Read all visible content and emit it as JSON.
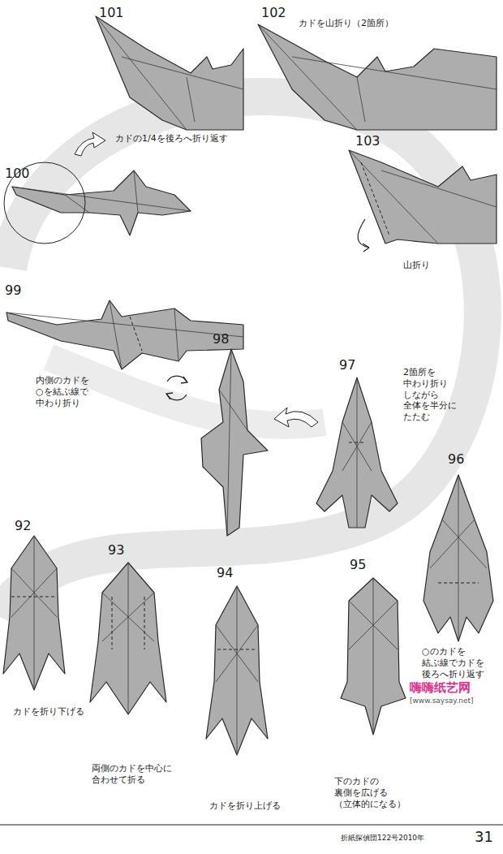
{
  "diagram": {
    "labels": [
      "101",
      "102",
      "カドを山折り（2箇所）",
      "カドの1/4を後ろへ折り返す",
      "100",
      "103",
      "山折り",
      "99",
      "内側のカドを ○を結ぶ線で 中わり折り",
      "98",
      "97",
      "2箇所を 中わり折り しながら 全体を半分に たたむ",
      "96",
      "○のカドを 結ぶ線でカドを 後ろへ折り返す",
      "92",
      "93",
      "94",
      "95",
      "カドを折り下げる",
      "両側のカドを中心に 合わせて折る",
      "カドを折り上げる",
      "下のカドの 裏側を広げる （立体的になる）",
      "嗨嗨纸艺网",
      "[www.saysay.net]",
      "折紙探偵団122号2010年",
      "31"
    ]
  }
}
